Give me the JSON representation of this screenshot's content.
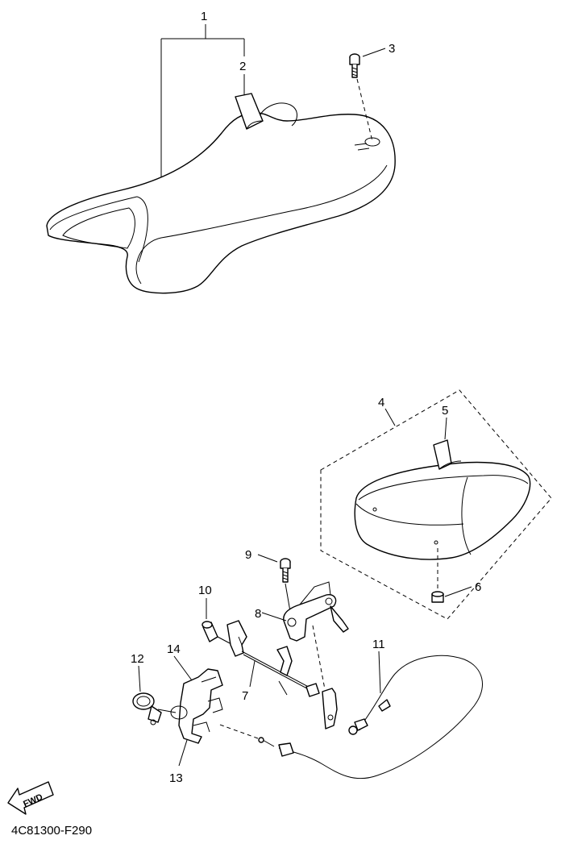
{
  "diagram": {
    "callouts": [
      "1",
      "2",
      "3",
      "4",
      "5",
      "6",
      "7",
      "8",
      "9",
      "10",
      "11",
      "12",
      "13",
      "14"
    ],
    "direction_label": "FWD",
    "drawing_code": "4C81300-F290"
  }
}
